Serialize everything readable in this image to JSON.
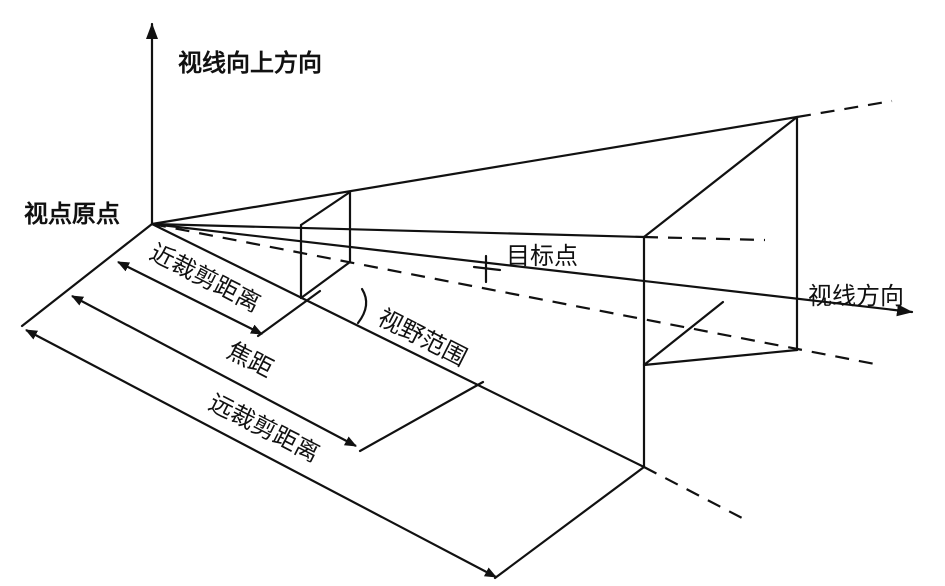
{
  "labels": {
    "view_up": "视线向上方向",
    "eye_origin": "视点原点",
    "target_point": "目标点",
    "view_direction": "视线方向",
    "near_clip": "近裁剪距离",
    "field_of_view": "视野范围",
    "focal_length": "焦距",
    "far_clip": "远裁剪距离"
  },
  "colors": {
    "stroke": "#111111",
    "background": "#ffffff"
  }
}
